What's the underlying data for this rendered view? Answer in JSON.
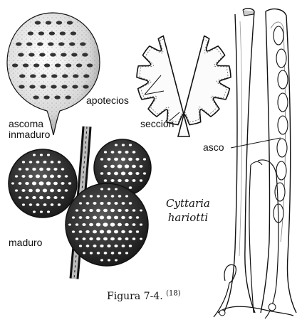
{
  "labels": {
    "immature_line1": "ascoma",
    "immature_line2": "inmaduro",
    "apothecia": "apotecios",
    "section": "sección",
    "ascus": "asco",
    "mature": "maduro",
    "species_line1": "Cyttaria",
    "species_line2": "hariotti"
  },
  "caption": {
    "text": "Figura 7-4.",
    "reference": "(18)"
  },
  "colors": {
    "ink": "#111111",
    "stipple": "#444444",
    "paper": "#ffffff"
  }
}
